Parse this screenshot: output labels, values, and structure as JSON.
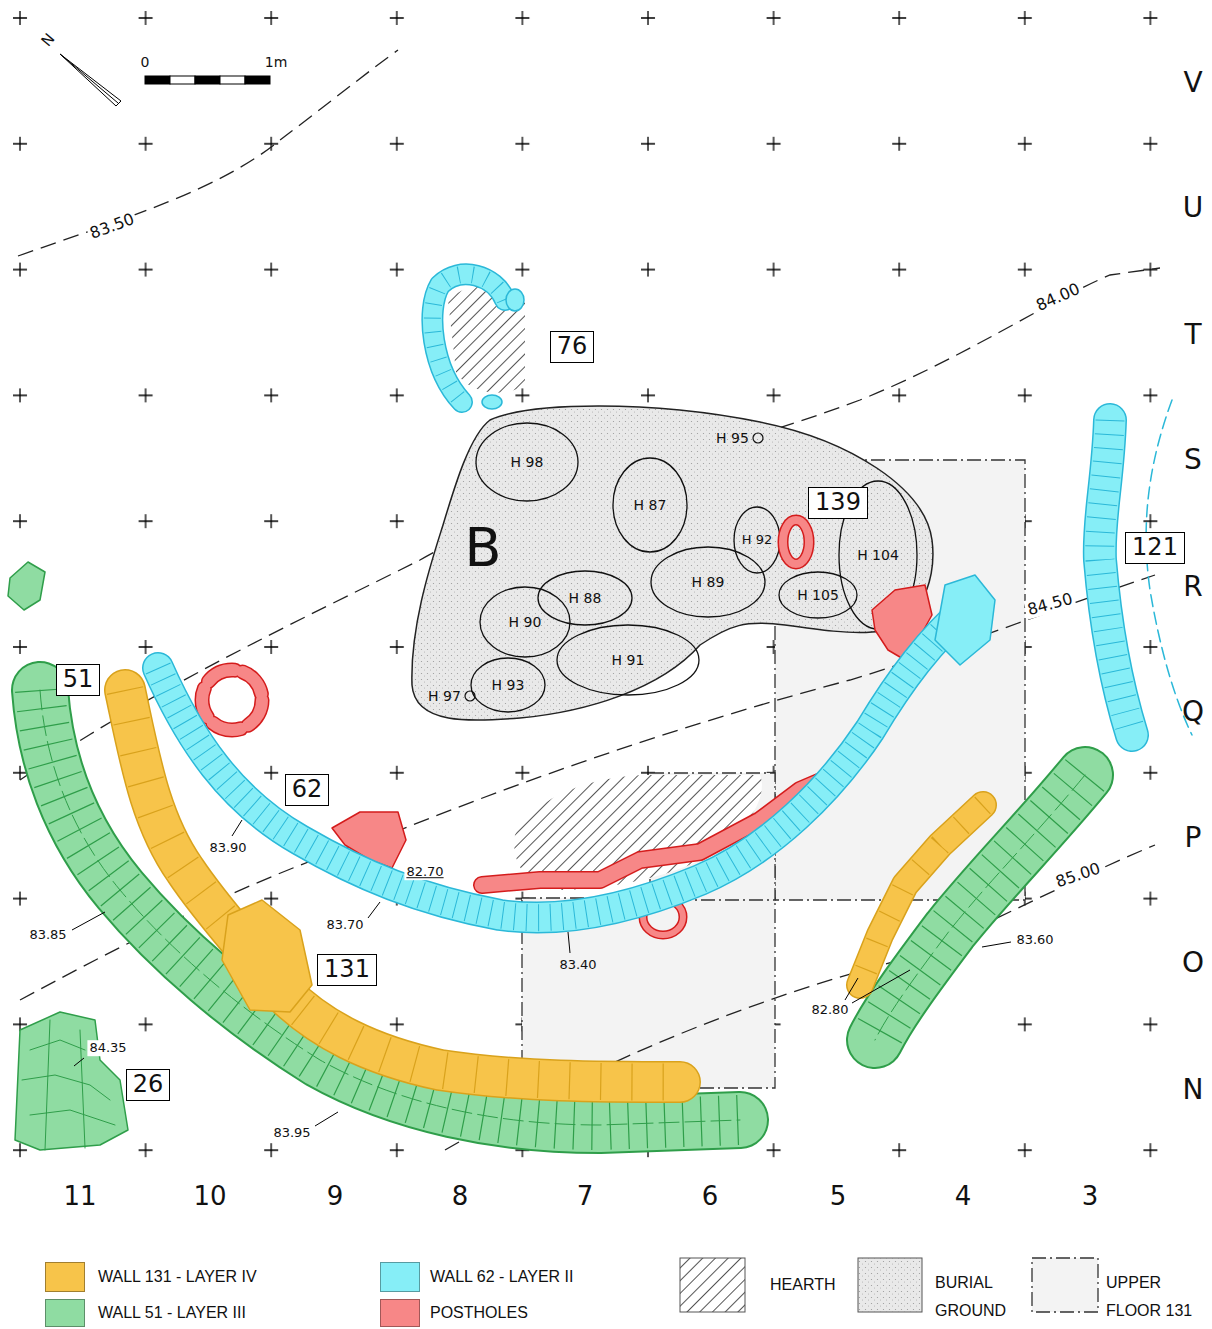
{
  "diagram": {
    "nodes": [
      {
        "text": [
          "76"
        ]
      },
      {
        "text": [
          "B"
        ]
      },
      {
        "text": [
          "H 98"
        ],
        "in": 1
      },
      {
        "text": [
          "H 95"
        ],
        "in": 1
      },
      {
        "text": [
          "H 87"
        ],
        "in": 1
      },
      {
        "text": [
          "H 92"
        ],
        "in": 1
      },
      {
        "text": [
          "H 104"
        ],
        "in": 1
      },
      {
        "text": [
          "H 89"
        ],
        "in": 1
      },
      {
        "text": [
          "H 105"
        ],
        "in": 1
      },
      {
        "text": [
          "H 88"
        ],
        "in": 1
      },
      {
        "text": [
          "H 90"
        ],
        "in": 1
      },
      {
        "text": [
          "H 93"
        ],
        "in": 1
      },
      {
        "text": [
          "H 91"
        ],
        "in": 1
      },
      {
        "text": [
          "H 97"
        ],
        "in": 1
      },
      {
        "text": [
          "139"
        ]
      },
      {
        "text": [
          "121"
        ]
      },
      {
        "text": [
          "51"
        ]
      },
      {
        "text": [
          "62"
        ]
      },
      {
        "text": [
          "131"
        ]
      },
      {
        "text": [
          "26"
        ]
      }
    ],
    "labels": [
      "0",
      "1m",
      "N",
      "83.50",
      "84.00",
      "84.50",
      "85.00",
      "83.90",
      "82.70",
      "83.70",
      "83.40",
      "83.85",
      "83.95",
      "84.35",
      "83.60",
      "82.80",
      "V",
      "U",
      "T",
      "S",
      "R",
      "Q",
      "P",
      "O",
      "N",
      "11",
      "10",
      "9",
      "8",
      "7",
      "6",
      "5",
      "4",
      "3"
    ],
    "legend": [
      {
        "text": "WALL 131 - LAYER IV",
        "color": "#f7c44a"
      },
      {
        "text": "WALL 51 - LAYER III",
        "color": "#8fdca2"
      },
      {
        "text": "WALL 62 - LAYER II",
        "color": "#86eef7"
      },
      {
        "text": "POSTHOLES",
        "color": "#f78787"
      },
      {
        "text": "HEARTH"
      },
      {
        "text": "BURIAL GROUND"
      },
      {
        "text": "UPPER FLOOR 131"
      }
    ]
  }
}
